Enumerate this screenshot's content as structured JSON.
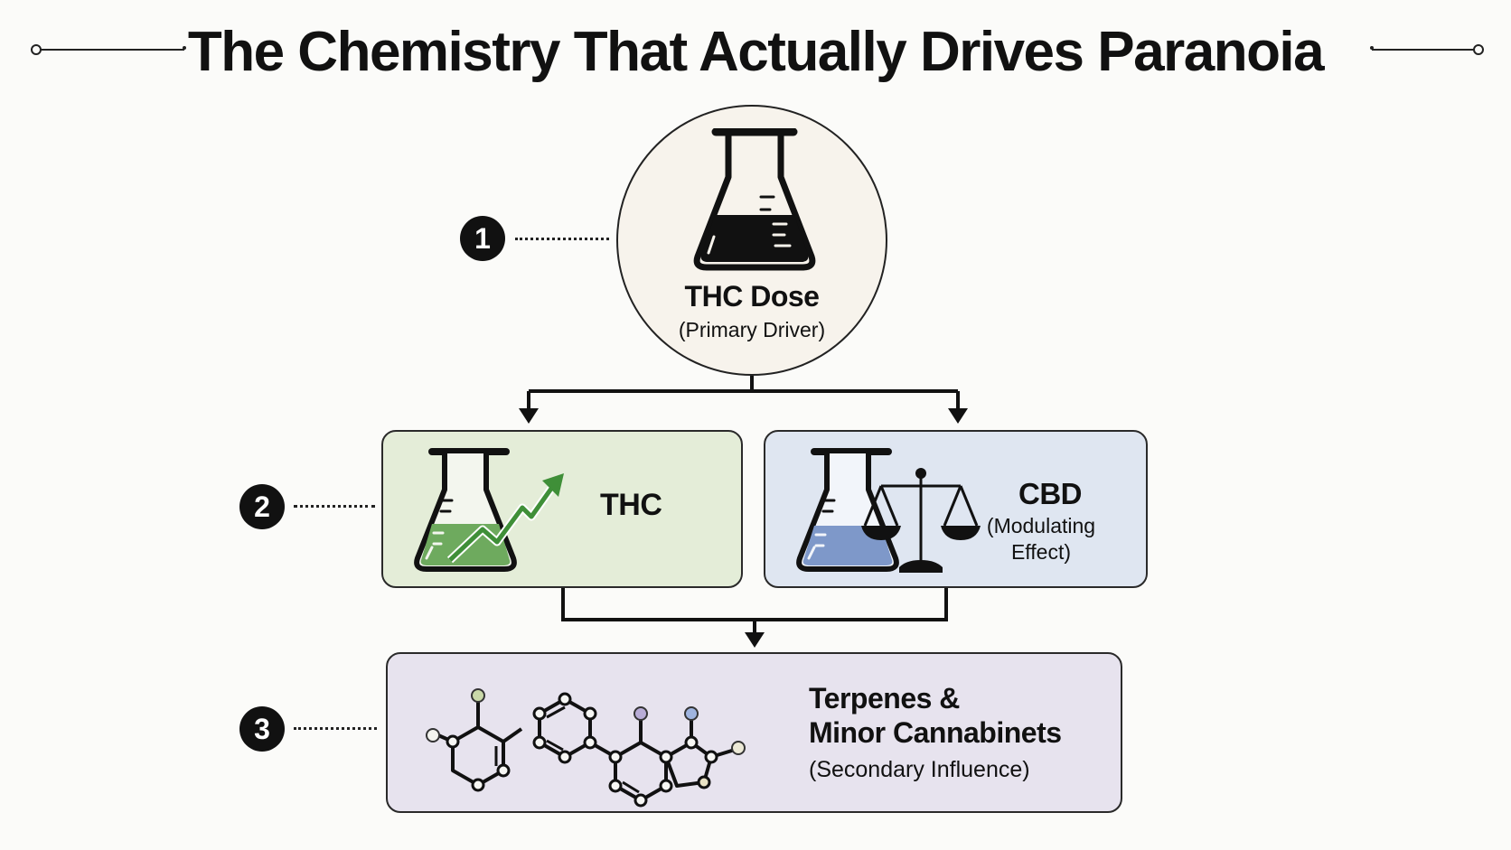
{
  "title": "The Chemistry That Actually Drives Paranoia",
  "steps": [
    {
      "number": "1",
      "title": "THC Dose",
      "subtitle": "(Primary Driver)"
    },
    {
      "number": "2"
    },
    {
      "number": "3"
    }
  ],
  "thc": {
    "label": "THC"
  },
  "cbd": {
    "title": "CBD",
    "subtitle_line1": "(Modulating",
    "subtitle_line2": "Effect)"
  },
  "terpenes": {
    "title_line1": "Terpenes &",
    "title_line2": "Minor Cannabinets",
    "subtitle": "(Secondary Influence)"
  },
  "colors": {
    "thc_box": "#e4edd8",
    "thc_liquid": "#6eaa5e",
    "cbd_box": "#dfe6f1",
    "cbd_liquid": "#7e98c9",
    "terpene_box": "#e7e3ee",
    "circle_fill": "#f7f3ec",
    "ink": "#111111"
  },
  "icons": [
    "flask-icon",
    "flask-trend-icon",
    "flask-scale-icon",
    "molecule-icon"
  ]
}
